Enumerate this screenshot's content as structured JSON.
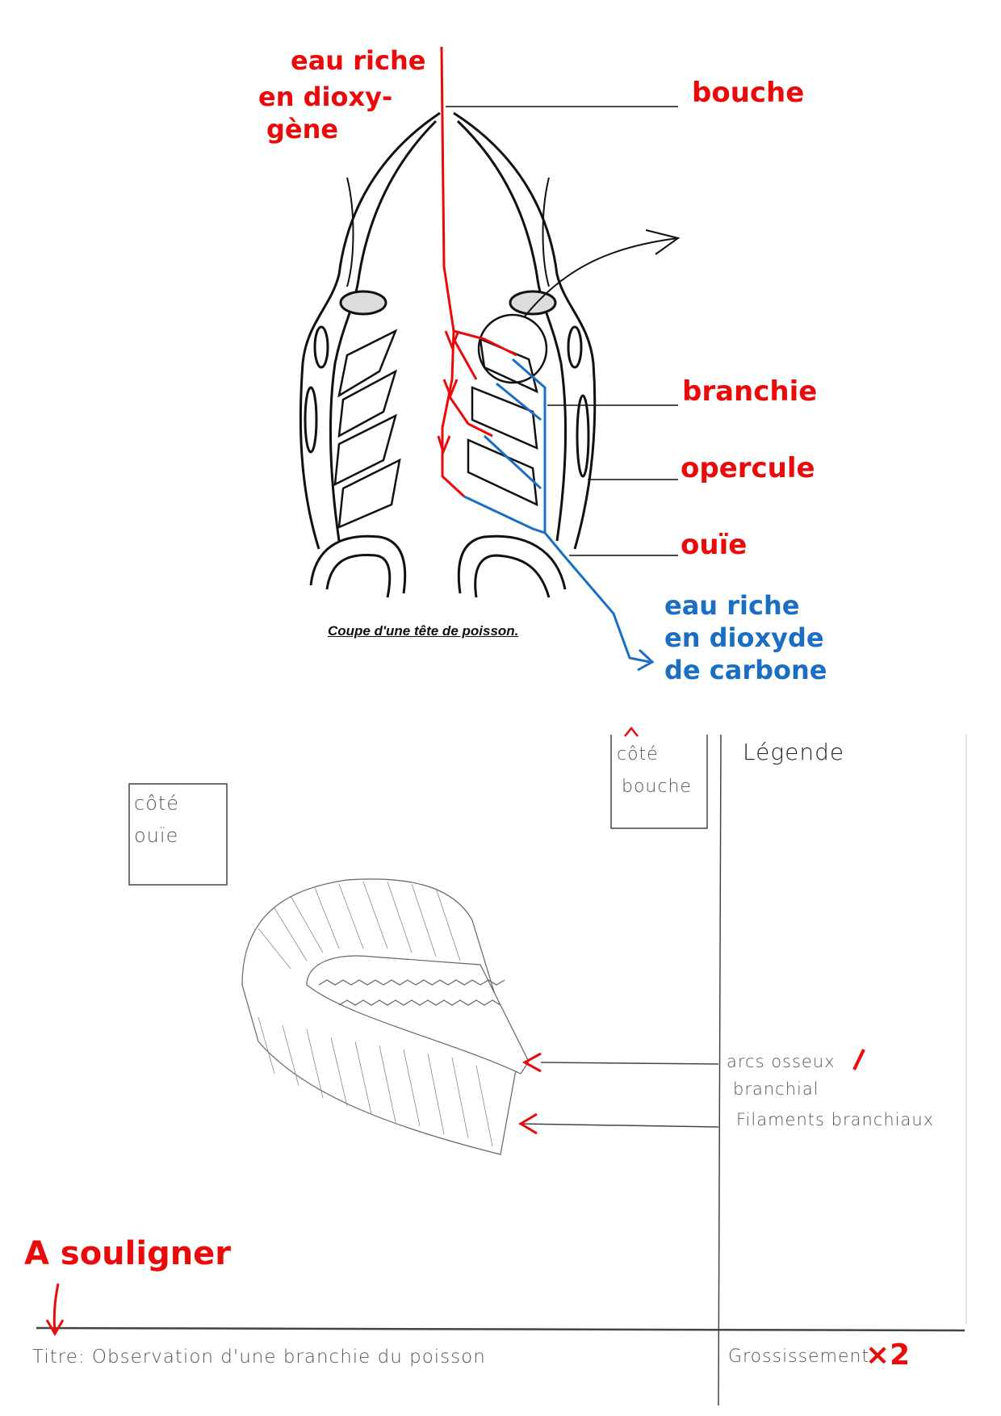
{
  "top_diagram": {
    "caption": "Coupe d'une tête de poisson.",
    "inflow_label": [
      "eau riche",
      "en dioxy-",
      "gène"
    ],
    "outflow_label": [
      "eau riche",
      "en dioxyde",
      "de carbone"
    ],
    "labels": {
      "mouth": "bouche",
      "gill": "branchie",
      "operculum": "opercule",
      "gill_opening": "ouïe"
    }
  },
  "bottom_drawing": {
    "side_gill_opening_box": [
      "côté",
      "ouïe"
    ],
    "side_mouth_box": [
      "côté",
      "bouche"
    ],
    "legend_title": "Légende",
    "legend_items": [
      "arcs osseux",
      "branchial",
      "Filaments branchiaux"
    ],
    "annotation_underline": "A souligner",
    "title_line": "Titre: Observation d'une branchie du poisson",
    "magnification_label": "Grossissement",
    "magnification_value": "×2"
  },
  "colors": {
    "red": "#ea0a0a",
    "blue": "#1a6fc4",
    "pencil": "#555555"
  }
}
